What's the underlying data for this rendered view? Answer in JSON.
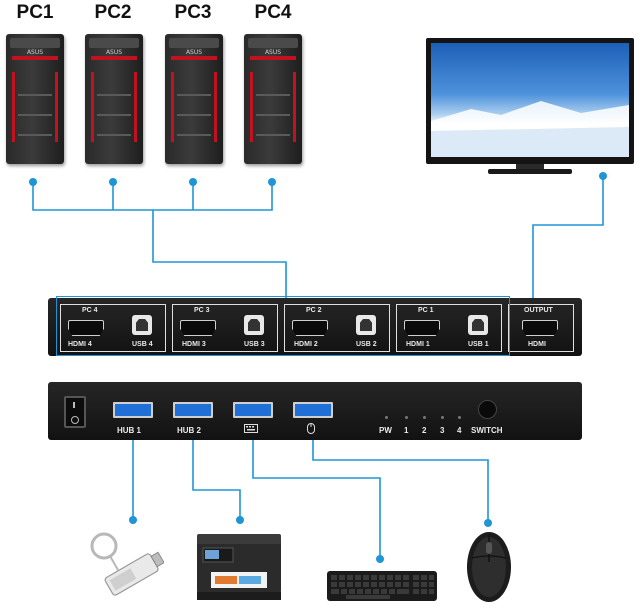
{
  "pcs": [
    {
      "label": "PC1"
    },
    {
      "label": "PC2"
    },
    {
      "label": "PC3"
    },
    {
      "label": "PC4"
    }
  ],
  "tower_brand": "ASUS",
  "rear_panel": {
    "groups": [
      {
        "name": "PC 4",
        "hdmi": "HDMI 4",
        "usb": "USB 4"
      },
      {
        "name": "PC 3",
        "hdmi": "HDMI 3",
        "usb": "USB 3"
      },
      {
        "name": "PC 2",
        "hdmi": "HDMI 2",
        "usb": "USB 2"
      },
      {
        "name": "PC 1",
        "hdmi": "HDMI 1",
        "usb": "USB 1"
      }
    ],
    "output": {
      "name": "OUTPUT",
      "hdmi": "HDMI"
    }
  },
  "front_panel": {
    "hub1": "HUB  1",
    "hub2": "HUB  2",
    "pw": "PW",
    "leds": [
      "1",
      "2",
      "3",
      "4"
    ],
    "switch": "SWITCH"
  },
  "colors": {
    "connector_line": "#1f95d6",
    "usb_port": "#1f6fd6",
    "kvm_body": "#1a1a1a",
    "tower_accent": "#c2121f"
  },
  "icons": [
    "usb-flash-drive",
    "printer",
    "keyboard",
    "mouse",
    "monitor"
  ]
}
